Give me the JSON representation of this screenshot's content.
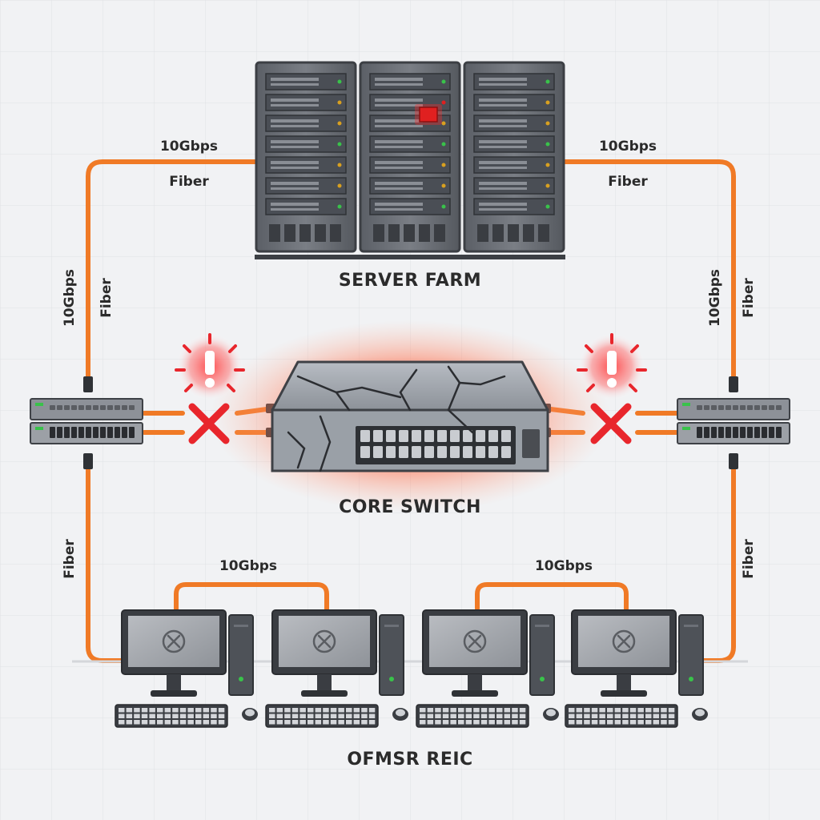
{
  "sections": {
    "server_farm": "SERVER FARM",
    "core_switch": "CORE SWITCH",
    "office": "OFMSR REIC"
  },
  "links": {
    "top_left_speed": "10Gbps",
    "top_left_medium": "Fiber",
    "top_right_speed": "10Gbps",
    "top_right_medium": "Fiber",
    "left_vertical_speed": "10Gbps",
    "left_vertical_medium": "Fiber",
    "right_vertical_speed": "10Gbps",
    "right_vertical_medium": "Fiber",
    "left_lower_medium": "Fiber",
    "right_lower_medium": "Fiber",
    "bottom_left_speed": "10Gbps",
    "bottom_right_speed": "10Gbps"
  },
  "status": {
    "core_switch": "failed",
    "left_uplink": "down",
    "right_uplink": "down",
    "workstations": "offline"
  },
  "colors": {
    "cable": "#f07a26",
    "alert": "#e8262c",
    "glow": "#ff5a3c",
    "server_led_fault": "#e02020",
    "server_led_ok": "#39c24a",
    "device_body": "#6f737a"
  },
  "icons": {
    "alert_left": "exclamation-burst-icon",
    "alert_right": "exclamation-burst-icon",
    "broken_link_left": "red-x-icon",
    "broken_link_right": "red-x-icon",
    "screen_offline": "no-signal-icon"
  }
}
